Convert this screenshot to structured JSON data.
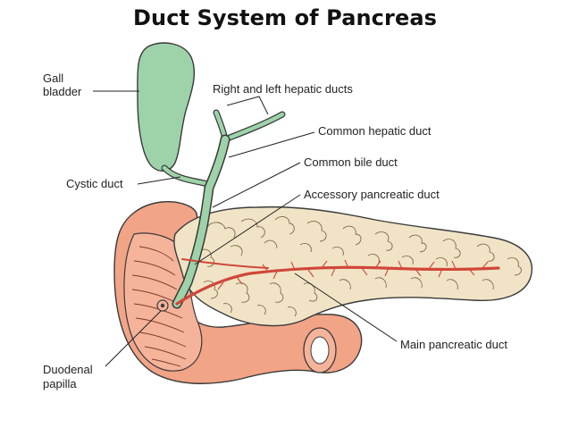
{
  "title": "Duct System of Pancreas",
  "labels": {
    "gall_bladder_line1": "Gall",
    "gall_bladder_line2": "bladder",
    "hepatic_ducts": "Right and left hepatic ducts",
    "common_hepatic_duct": "Common hepatic duct",
    "common_bile_duct": "Common bile duct",
    "cystic_duct": "Cystic duct",
    "accessory_pancreatic_duct": "Accessory pancreatic duct",
    "main_pancreatic_duct": "Main pancreatic duct",
    "duodenal_papilla_line1": "Duodenal",
    "duodenal_papilla_line2": "papilla"
  },
  "colors": {
    "gall_bladder": "#9ed3aa",
    "duodenum": "#f2a487",
    "pancreas": "#f1e4c6",
    "duct_red": "#d0473a",
    "outline": "#3a3a3a"
  }
}
